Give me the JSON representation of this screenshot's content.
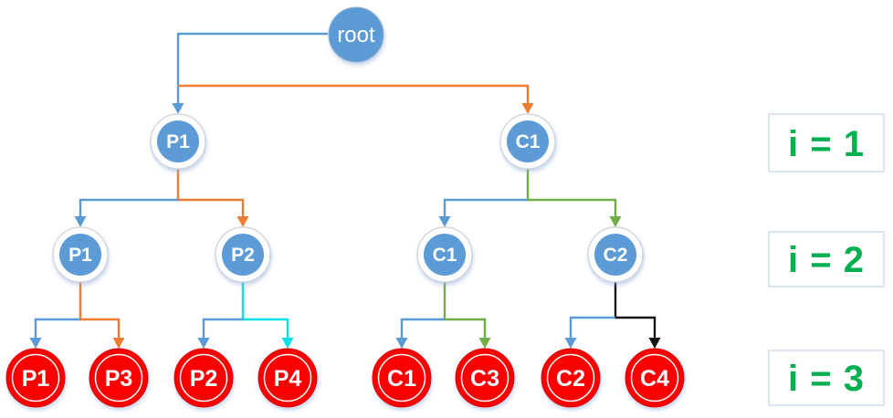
{
  "colors": {
    "edge_blue": "#5B9BD5",
    "edge_orange": "#ED7D31",
    "edge_green": "#70AD47",
    "edge_cyan": "#00E1E8",
    "edge_black": "#141414",
    "node_blue": "#5B9BD5",
    "node_red": "#FB0505",
    "node_red_rim": "#DD0000",
    "node_ring_border": "#CDD3DA",
    "annotation_green": "#00B050",
    "annotation_border": "#DBE4F1"
  },
  "tree": {
    "root": {
      "label": "root"
    },
    "level1": [
      {
        "label": "P1"
      },
      {
        "label": "C1"
      }
    ],
    "level2": [
      {
        "label": "P1"
      },
      {
        "label": "P2"
      },
      {
        "label": "C1"
      },
      {
        "label": "C2"
      }
    ],
    "level3": [
      {
        "label": "P1"
      },
      {
        "label": "P3"
      },
      {
        "label": "P2"
      },
      {
        "label": "P4"
      },
      {
        "label": "C1"
      },
      {
        "label": "C3"
      },
      {
        "label": "C2"
      },
      {
        "label": "C4"
      }
    ],
    "edges": [
      {
        "from": "root",
        "to": "P1 (i=1)",
        "color": "blue"
      },
      {
        "from": "root",
        "to": "C1 (i=1)",
        "color": "orange"
      },
      {
        "from": "P1 (i=1)",
        "to": "P1 (i=2)",
        "color": "blue"
      },
      {
        "from": "P1 (i=1)",
        "to": "P2 (i=2)",
        "color": "orange"
      },
      {
        "from": "C1 (i=1)",
        "to": "C1 (i=2)",
        "color": "blue"
      },
      {
        "from": "C1 (i=1)",
        "to": "C2 (i=2)",
        "color": "green"
      },
      {
        "from": "P1 (i=2)",
        "to": "P1 (i=3)",
        "color": "blue"
      },
      {
        "from": "P1 (i=2)",
        "to": "P3 (i=3)",
        "color": "orange"
      },
      {
        "from": "P2 (i=2)",
        "to": "P2 (i=3)",
        "color": "blue"
      },
      {
        "from": "P2 (i=2)",
        "to": "P4 (i=3)",
        "color": "cyan"
      },
      {
        "from": "C1 (i=2)",
        "to": "C1 (i=3)",
        "color": "blue"
      },
      {
        "from": "C1 (i=2)",
        "to": "C3 (i=3)",
        "color": "green"
      },
      {
        "from": "C2 (i=2)",
        "to": "C2 (i=3)",
        "color": "blue"
      },
      {
        "from": "C2 (i=2)",
        "to": "C4 (i=3)",
        "color": "black"
      }
    ]
  },
  "annotations": [
    {
      "label": "i = 1"
    },
    {
      "label": "i = 2"
    },
    {
      "label": "i = 3"
    }
  ]
}
